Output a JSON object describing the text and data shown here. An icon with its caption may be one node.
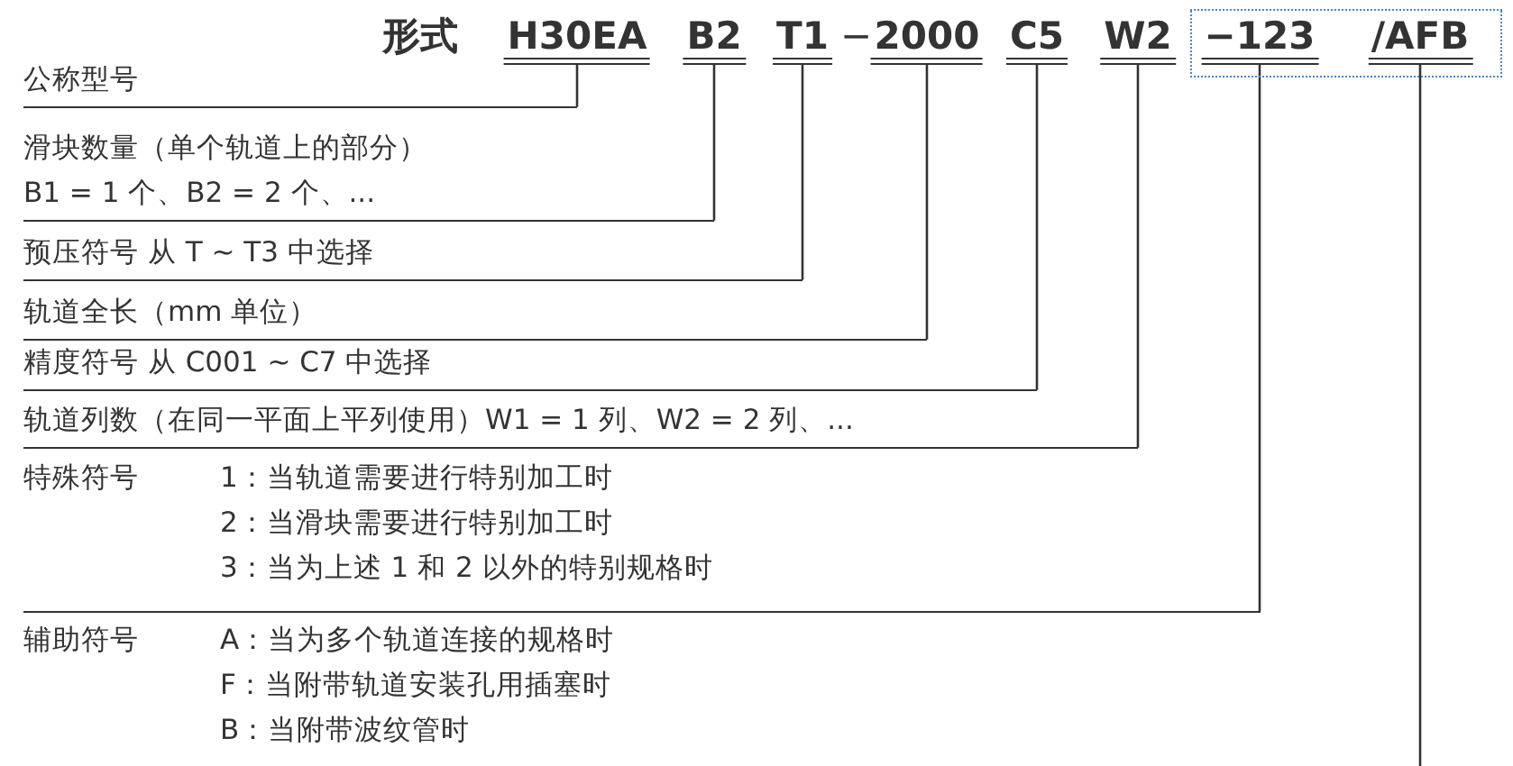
{
  "diagram": {
    "title": "形式",
    "nodes": [
      {
        "text": [
          "H30EA"
        ]
      },
      {
        "text": [
          "B2"
        ]
      },
      {
        "text": [
          "T1"
        ]
      },
      {
        "text": [
          "2000"
        ]
      },
      {
        "text": [
          "C5"
        ]
      },
      {
        "text": [
          "W2"
        ]
      },
      {
        "text": [],
        "shape": "box"
      },
      {
        "text": [
          "−123"
        ],
        "in": 6
      },
      {
        "text": [
          "/AFB"
        ],
        "in": 6
      },
      {
        "text": [
          "公称型号"
        ]
      },
      {
        "text": [
          "滑块数量（单个轨道上的部分）",
          "B1 = 1 个、B2 = 2 个、..."
        ]
      },
      {
        "text": [
          "预压符号  从 T ~ T3 中选择"
        ]
      },
      {
        "text": [
          "轨道全长（mm 单位）"
        ]
      },
      {
        "text": [
          "精度符号  从 C001 ~ C7 中选择"
        ]
      },
      {
        "text": [
          "轨道列数（在同一平面上平列使用）W1 = 1 列、W2 = 2 列、..."
        ]
      },
      {
        "text": [
          "特殊符号",
          "1：当轨道需要进行特别加工时",
          "2：当滑块需要进行特别加工时",
          "3：当为上述 1 和 2 以外的特别规格时"
        ]
      },
      {
        "text": [
          "辅助符号",
          "A：当为多个轨道连接的规格时",
          "F：当附带轨道安装孔用插塞时",
          "B：当附带波纹管时"
        ]
      }
    ],
    "edges": [
      {
        "from": 0,
        "to": 9,
        "arrow": "none"
      },
      {
        "from": 1,
        "to": 10,
        "arrow": "none"
      },
      {
        "from": 2,
        "to": 11,
        "arrow": "none"
      },
      {
        "from": 3,
        "to": 12,
        "arrow": "none"
      },
      {
        "from": 4,
        "to": 13,
        "arrow": "none"
      },
      {
        "from": 5,
        "to": 14,
        "arrow": "none"
      },
      {
        "from": 7,
        "to": 15,
        "arrow": "none"
      },
      {
        "from": 8,
        "to": null,
        "arrow": "none"
      }
    ],
    "labels": [
      "−"
    ]
  }
}
